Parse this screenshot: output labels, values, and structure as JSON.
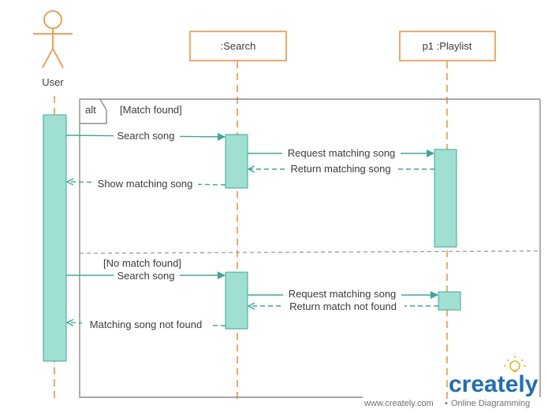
{
  "actor": {
    "label": "User"
  },
  "lifelines": [
    {
      "label": ":Search"
    },
    {
      "label": "p1 :Playlist"
    }
  ],
  "fragment": {
    "operator": "alt",
    "guard1": "[Match found]",
    "guard2": "[No match found]"
  },
  "messages": [
    {
      "label": "Search song"
    },
    {
      "label": "Request matching song"
    },
    {
      "label": "Return matching song"
    },
    {
      "label": "Show matching song"
    },
    {
      "label": "Search song"
    },
    {
      "label": "Request matching song"
    },
    {
      "label": "Return match not found"
    },
    {
      "label": "Matching song not found"
    }
  ],
  "watermark": {
    "url": "www.creately.com",
    "separator": "•",
    "tagline": "Online Diagramming",
    "logo": "creately"
  },
  "colors": {
    "lifeline": "#f0953f",
    "activation": "#9fe0d3",
    "message": "#3aa89a",
    "frame": "#8c8c8c",
    "logo": "#1d6fb8"
  }
}
